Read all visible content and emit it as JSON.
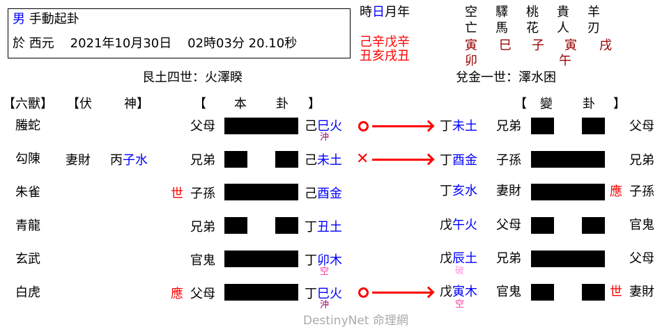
{
  "header": {
    "gender": "男",
    "method": "手動起卦",
    "date_prefix": "於 西元",
    "date": "2021年10月30日",
    "time": "02時03分 20.10秒"
  },
  "pillars": {
    "labels": [
      "時",
      "日",
      "月",
      "年"
    ],
    "stems": "己辛戊辛",
    "branches": "丑亥戌丑"
  },
  "shensha": {
    "row1": [
      "空",
      "驛",
      "桃",
      "貴",
      "羊"
    ],
    "row2": [
      "亡",
      "馬",
      "花",
      "人",
      "刃"
    ],
    "row3": [
      "寅",
      "巳",
      "子",
      "寅",
      "戌"
    ],
    "row4": [
      "卯",
      "",
      "",
      "午",
      ""
    ]
  },
  "gua_titles": {
    "original": "艮土四世：火澤睽",
    "changed": "兌金一世：澤水困"
  },
  "column_headers": {
    "six_beasts": "【六獸】",
    "hidden_spirit_open": "【伏",
    "hidden_spirit_close": "神】",
    "original_open": "【",
    "original_mid1": "本",
    "original_mid2": "卦",
    "original_close": "】",
    "changed_open": "【",
    "changed_mid1": "變",
    "changed_mid2": "卦",
    "changed_close": "】"
  },
  "lines": [
    {
      "beast": "螣蛇",
      "fu_relation": "",
      "fu_stem": "",
      "fu_branch": "",
      "marker": "",
      "relation": "父母",
      "yang": true,
      "stem": "己",
      "branch": "巳火",
      "note": "沖",
      "note_color": "purple",
      "moving": "O",
      "c_stem": "丁",
      "c_branch": "未土",
      "c_note": "",
      "c_relation": "兄弟",
      "c_yang": false,
      "c_marker": "",
      "c_right": "父母"
    },
    {
      "beast": "勾陳",
      "fu_relation": "妻財",
      "fu_stem": "丙",
      "fu_branch": "子水",
      "marker": "",
      "relation": "兄弟",
      "yang": false,
      "stem": "己",
      "branch": "未土",
      "note": "",
      "moving": "X",
      "c_stem": "丁",
      "c_branch": "酉金",
      "c_note": "",
      "c_relation": "子孫",
      "c_yang": true,
      "c_marker": "",
      "c_right": "兄弟"
    },
    {
      "beast": "朱雀",
      "fu_relation": "",
      "fu_stem": "",
      "fu_branch": "",
      "marker": "世",
      "relation": "子孫",
      "yang": true,
      "stem": "己",
      "branch": "酉金",
      "note": "",
      "moving": "",
      "c_stem": "丁",
      "c_branch": "亥水",
      "c_note": "",
      "c_relation": "妻財",
      "c_yang": true,
      "c_marker": "應",
      "c_right": "子孫"
    },
    {
      "beast": "青龍",
      "fu_relation": "",
      "fu_stem": "",
      "fu_branch": "",
      "marker": "",
      "relation": "兄弟",
      "yang": false,
      "stem": "丁",
      "branch": "丑土",
      "note": "",
      "moving": "",
      "c_stem": "戊",
      "c_branch": "午火",
      "c_note": "",
      "c_relation": "父母",
      "c_yang": false,
      "c_marker": "",
      "c_right": "官鬼"
    },
    {
      "beast": "玄武",
      "fu_relation": "",
      "fu_stem": "",
      "fu_branch": "",
      "marker": "",
      "relation": "官鬼",
      "yang": true,
      "stem": "丁",
      "branch": "卯木",
      "note": "空",
      "moving": "",
      "c_stem": "戊",
      "c_branch": "辰土",
      "c_note": "破",
      "c_relation": "兄弟",
      "c_yang": true,
      "c_marker": "",
      "c_right": "父母"
    },
    {
      "beast": "白虎",
      "fu_relation": "",
      "fu_stem": "",
      "fu_branch": "",
      "marker": "應",
      "relation": "父母",
      "yang": true,
      "stem": "丁",
      "branch": "巳火",
      "note": "沖",
      "moving": "O",
      "c_stem": "戊",
      "c_branch": "寅木",
      "c_note": "空",
      "c_relation": "官鬼",
      "c_yang": false,
      "c_marker": "世",
      "c_right": "妻財"
    }
  ],
  "colors": {
    "element_blue": "#0000ff",
    "stem_red": "#ff0000",
    "shensha_darkred": "#990000",
    "chong_purple": "#990066",
    "kong_pink": "#ff3399",
    "po_lightpink": "#ff99dd",
    "watermark_grey": "#aaaaaa"
  },
  "watermark": "DestinyNet 命理網"
}
